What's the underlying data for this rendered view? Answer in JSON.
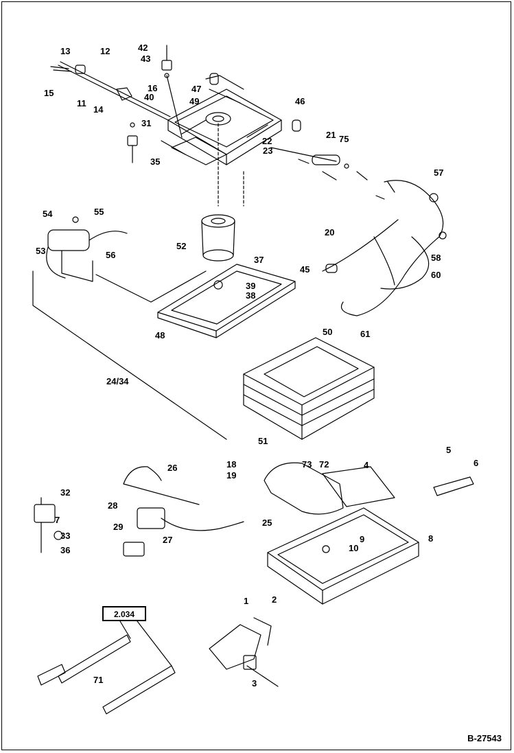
{
  "document_id": "B-27543",
  "reference_box": "2.034",
  "callouts": [
    "1",
    "2",
    "3",
    "4",
    "5",
    "6",
    "7",
    "8",
    "9",
    "10",
    "11",
    "12",
    "13",
    "14",
    "15",
    "16",
    "18",
    "19",
    "20",
    "21",
    "22",
    "23",
    "24/34",
    "25",
    "26",
    "27",
    "28",
    "29",
    "31",
    "32",
    "33",
    "35",
    "36",
    "37",
    "38",
    "39",
    "40",
    "42",
    "43",
    "45",
    "46",
    "47",
    "48",
    "49",
    "50",
    "51",
    "52",
    "53",
    "54",
    "55",
    "56",
    "57",
    "58",
    "60",
    "61",
    "71",
    "72",
    "73",
    "75"
  ],
  "colors": {
    "line": "#000000",
    "background": "#ffffff"
  }
}
